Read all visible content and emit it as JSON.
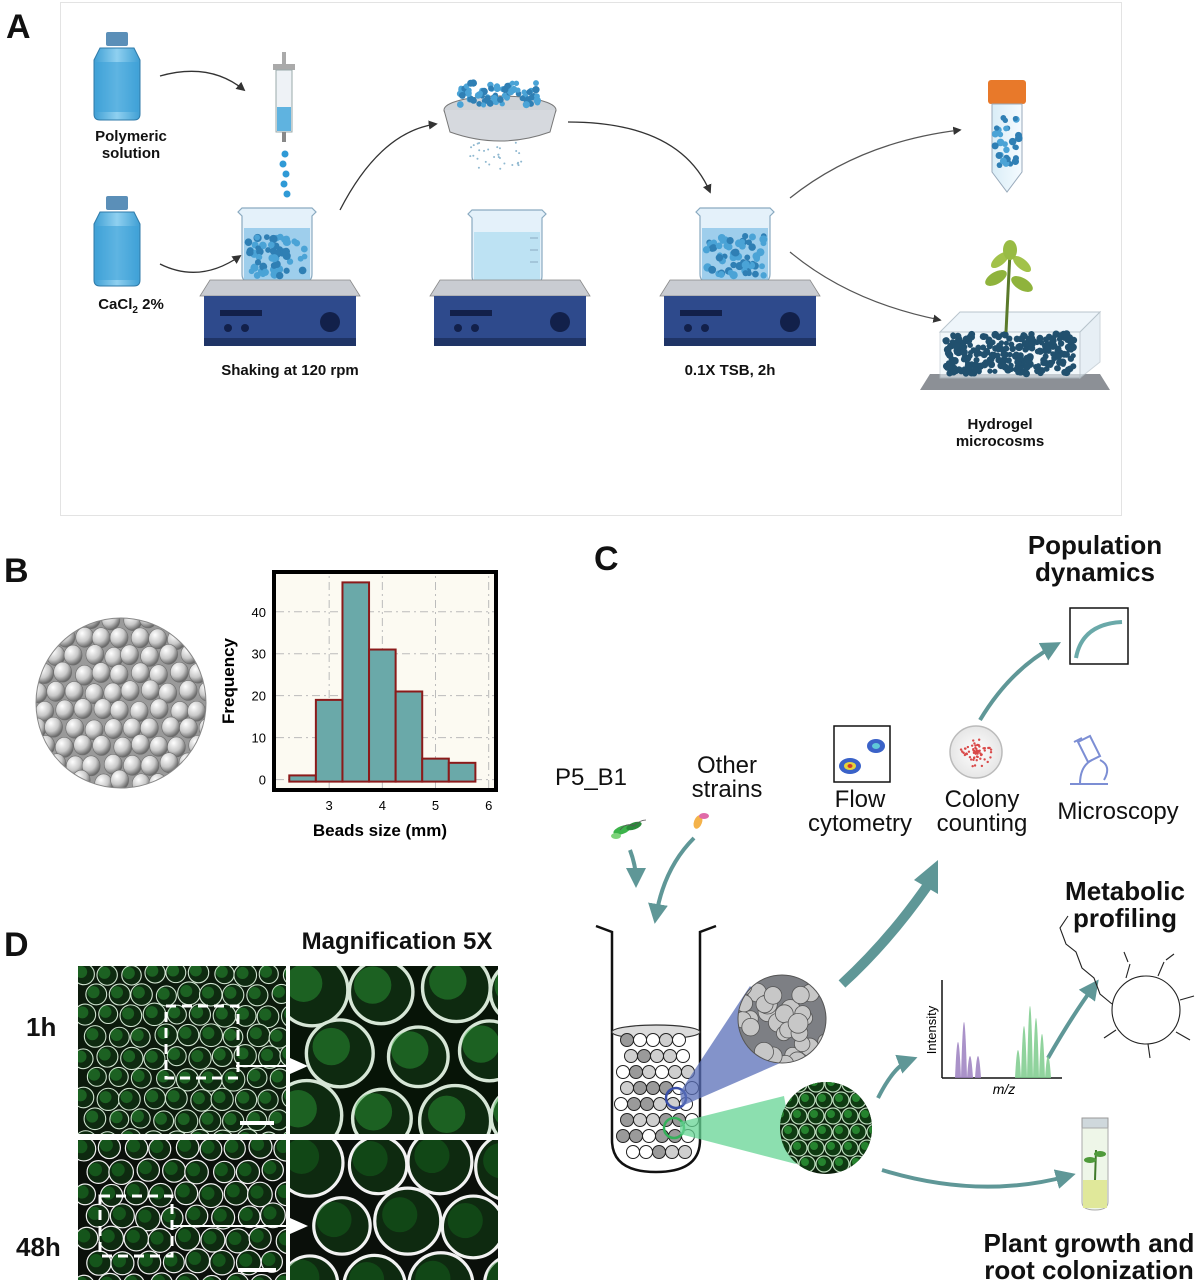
{
  "panels": {
    "a": "A",
    "b": "B",
    "c": "C",
    "d": "D"
  },
  "panelA": {
    "polymeric": "Polymeric\nsolution",
    "cacl2_main": "CaCl",
    "cacl2_sub": "2",
    "cacl2_rest": " 2%",
    "shaking": "Shaking at 120 rpm",
    "tsb": "0.1X TSB, 2h",
    "hydrogel": "Hydrogel\nmicrocosms"
  },
  "chart_data": {
    "type": "bar",
    "categories": [
      "2.5",
      "3",
      "3.5",
      "4",
      "4.5",
      "5",
      "5.5"
    ],
    "bin_edges": [
      2.25,
      2.75,
      3.25,
      3.75,
      4.25,
      4.75,
      5.25,
      5.75
    ],
    "values": [
      1,
      19,
      47,
      31,
      21,
      5,
      4
    ],
    "xlabel": "Beads size (mm)",
    "ylabel": "Frequency",
    "xlim": [
      2.0,
      6.1
    ],
    "ylim": [
      -2,
      49
    ],
    "xticks": [
      "3",
      "4",
      "5",
      "6"
    ],
    "yticks": [
      "0",
      "10",
      "20",
      "30",
      "40"
    ],
    "grid": true,
    "bar_color": "#6aa9a9",
    "bar_edge": "#8b1a1a"
  },
  "panelC": {
    "p5b1": "P5_B1",
    "other": "Other\nstrains",
    "flow": "Flow\ncytometry",
    "colony": "Colony\ncounting",
    "microscopy": "Microscopy",
    "population": "Population\ndynamics",
    "metabolic": "Metabolic\nprofiling",
    "intensity": "Intensity",
    "mz": "m/z",
    "plant": "Plant growth and\nroot colonization"
  },
  "panelD": {
    "magnification": "Magnification 5X",
    "t1": "1h",
    "t2": "48h"
  },
  "colors": {
    "teal_arrow": "#5f9797",
    "beaker_blue": "#4fa9d6",
    "stir_plate": "#2e4a8c",
    "green_fluor": "#2fa33a"
  }
}
